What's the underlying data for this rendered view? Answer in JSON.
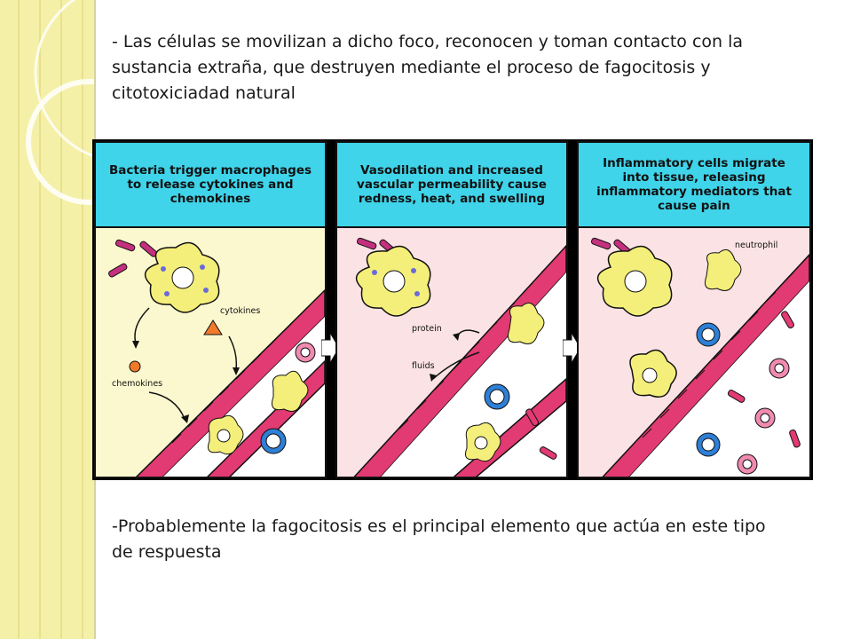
{
  "slide": {
    "paragraph_top": "- Las células se movilizan a dicho foco, reconocen y toman contacto con la sustancia extraña, que destruyen mediante el proceso de fagocitosis y citotoxiciadad natural",
    "paragraph_bottom": "-Probablemente la fagocitosis es el principal elemento que actúa en este tipo de respuesta"
  },
  "figure": {
    "panels": [
      {
        "header": "Bacteria trigger macrophages to release cytokines and chemokines",
        "labels": {
          "cytokines": "cytokines",
          "chemokines": "chemokines"
        },
        "background": "#fbf8cf"
      },
      {
        "header": "Vasodilation and increased vascular permeability cause redness, heat, and swelling",
        "labels": {
          "protein": "protein",
          "fluids": "fluids"
        },
        "background": "#fbe2e4"
      },
      {
        "header": "Inflammatory cells migrate into tissue, releasing inflammatory mediators that cause pain",
        "labels": {
          "neutrophil": "neutrophil"
        },
        "background": "#fbe2e4"
      }
    ],
    "colors": {
      "header": "#3fd4ea",
      "macrophage": "#f4ef7a",
      "vessel_wall": "#e23a72",
      "bacteria": "#c4307e",
      "lymphocyte": "#2e7fd6",
      "red_cell": "#f08ab0"
    }
  },
  "theme": {
    "sidebar": "#f5f0a8",
    "text": "#1a1a1a"
  }
}
